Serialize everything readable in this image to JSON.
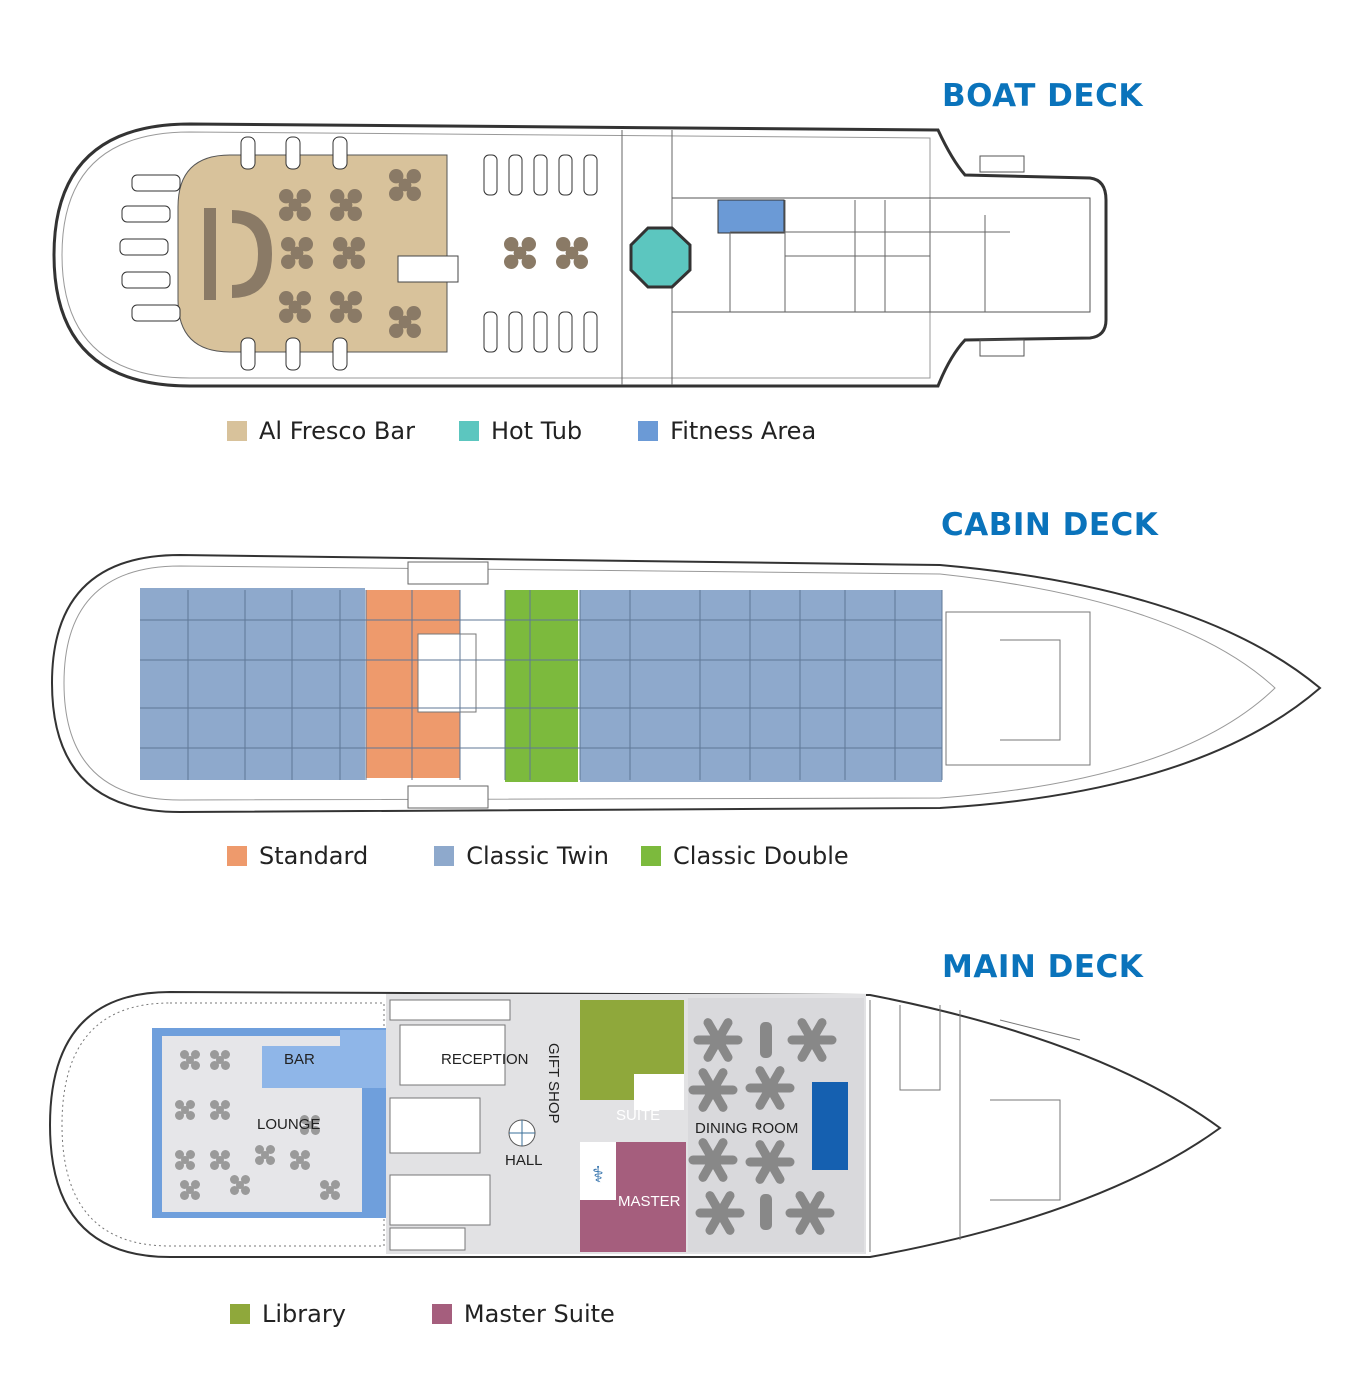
{
  "decks": [
    {
      "title": "BOAT DECK",
      "legend": [
        {
          "label": "Al Fresco Bar",
          "color": "#d8c29b"
        },
        {
          "label": "Hot Tub",
          "color": "#5cc6bf"
        },
        {
          "label": "Fitness Area",
          "color": "#6b9ad6"
        }
      ]
    },
    {
      "title": "CABIN DECK",
      "legend": [
        {
          "label": "Standard",
          "color": "#ee9a6c"
        },
        {
          "label": "Classic Twin",
          "color": "#8ea9cc"
        },
        {
          "label": "Classic Double",
          "color": "#7cba3d"
        }
      ]
    },
    {
      "title": "MAIN DECK",
      "legend": [
        {
          "label": "Library",
          "color": "#8fa83b"
        },
        {
          "label": "Master Suite",
          "color": "#a55e7d"
        }
      ],
      "room_labels": {
        "bar": "BAR",
        "lounge": "LOUNGE",
        "reception": "RECEPTION",
        "gift_shop": "GIFT SHOP",
        "hall": "HALL",
        "suite": "SUITE",
        "master": "MASTER",
        "dining_room": "DINING ROOM"
      }
    }
  ],
  "colors": {
    "title": "#0a73bb",
    "furniture": "#8a7a66",
    "hull_line": "#333333"
  }
}
